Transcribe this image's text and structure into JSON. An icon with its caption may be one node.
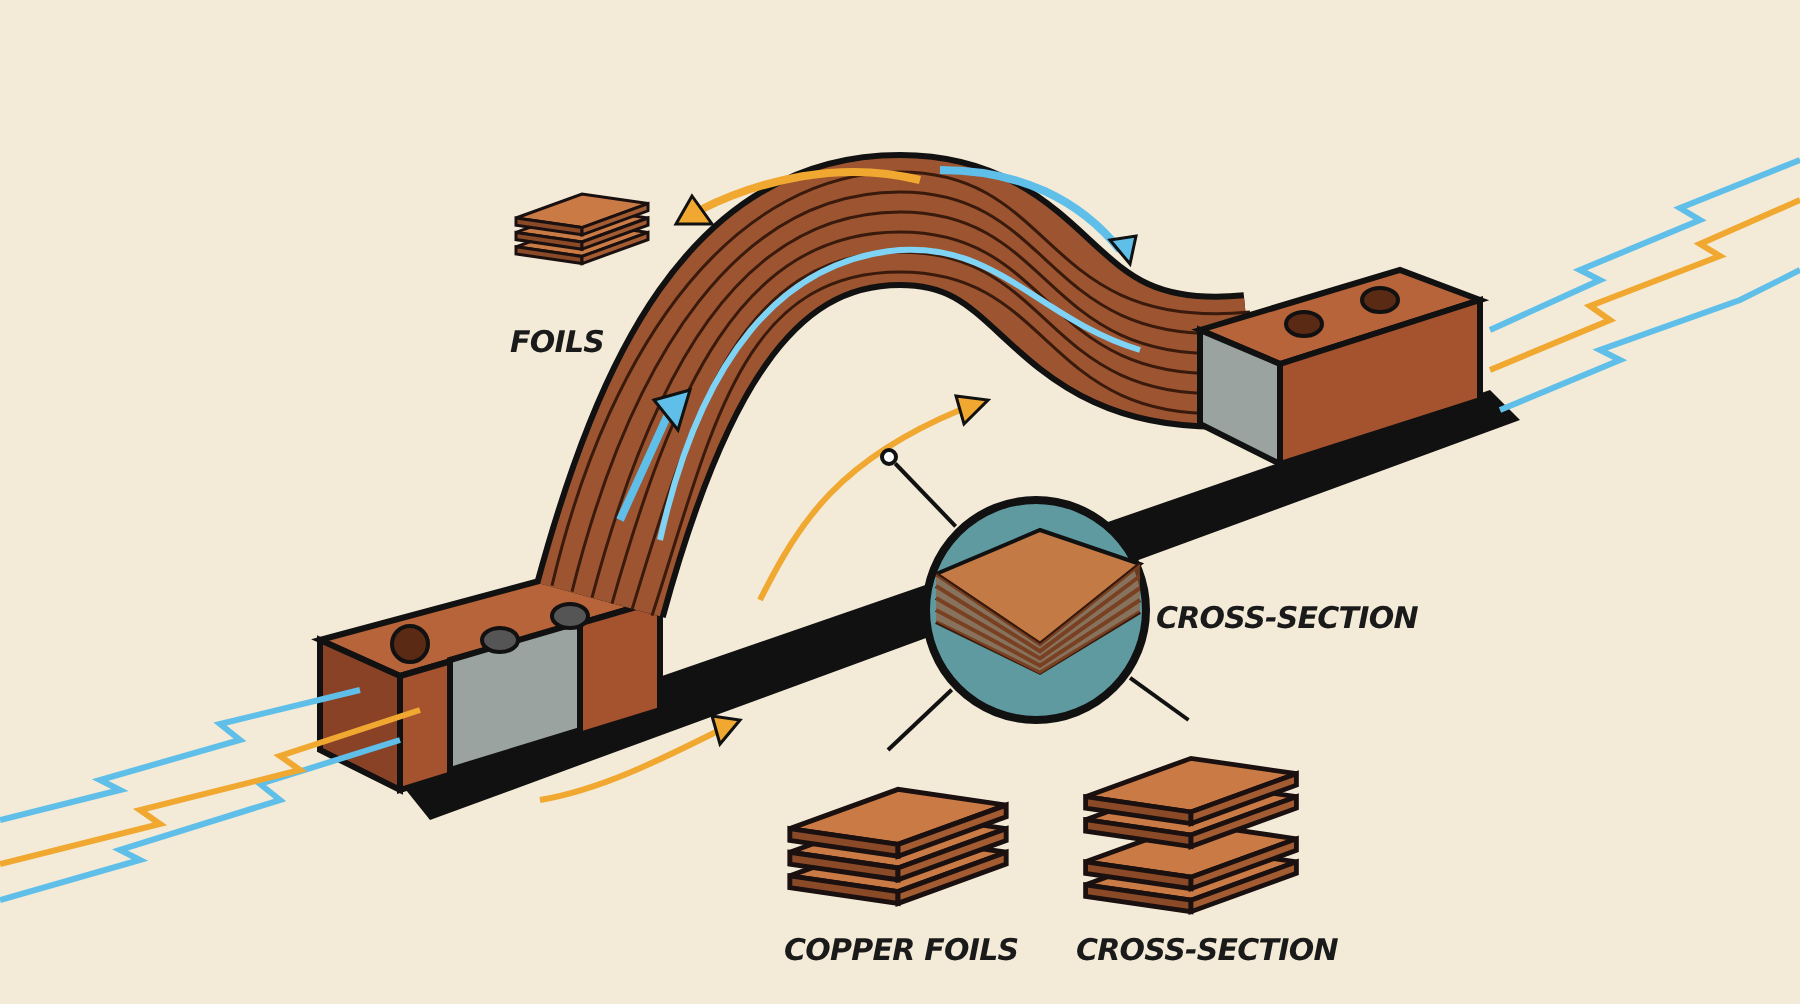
{
  "diagram": {
    "nodes": [
      {
        "text": [],
        "shape": "circle"
      },
      {
        "text": [
          "CROSS-SECTION"
        ]
      },
      {
        "text": [
          "COPPER FOILS"
        ]
      },
      {
        "text": [
          "CROSS-SECTION"
        ]
      },
      {
        "text": [
          "FOILS"
        ]
      }
    ],
    "edges": [
      {
        "from": 1,
        "to": 0,
        "arrow": "none"
      },
      {
        "from": 1,
        "to": 2,
        "arrow": "none"
      },
      {
        "from": 1,
        "to": 3,
        "arrow": "none"
      }
    ]
  }
}
